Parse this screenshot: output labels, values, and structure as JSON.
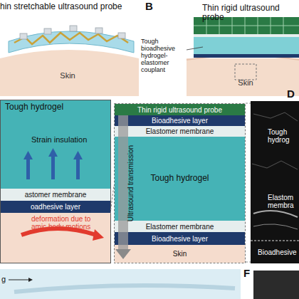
{
  "diagram": {
    "nodes": [
      {
        "text": [
          "Skin"
        ]
      },
      {
        "text": [
          "Skin"
        ]
      },
      {
        "text": [
          "Tough hydrogel"
        ]
      },
      {
        "text": [
          "astomer membrane"
        ]
      },
      {
        "text": [
          "oadhesive layer"
        ]
      },
      {
        "text": [
          "deformation due to amic body motions"
        ]
      },
      {
        "text": [
          "Thin rigid ultrasound probe"
        ]
      },
      {
        "text": [
          "Bioadhesive layer"
        ]
      },
      {
        "text": [
          "Elastomer membrane"
        ]
      },
      {
        "text": [
          "Tough hydrogel"
        ]
      },
      {
        "text": [
          "Elastomer membrane"
        ]
      },
      {
        "text": [
          "Bioadhesive layer"
        ]
      },
      {
        "text": [
          "Skin"
        ]
      }
    ],
    "labels": [
      "hin stretchable ultrasound probe",
      "B",
      "Thin rigid ultrasound probe",
      "Tough bioadhesive hydrogel-elastomer couplant",
      "Strain insulation",
      "Ultrasound transmission",
      "D",
      "Tough hydrog",
      "Elastom membra",
      "Bioadhesive",
      "F",
      "g"
    ]
  }
}
